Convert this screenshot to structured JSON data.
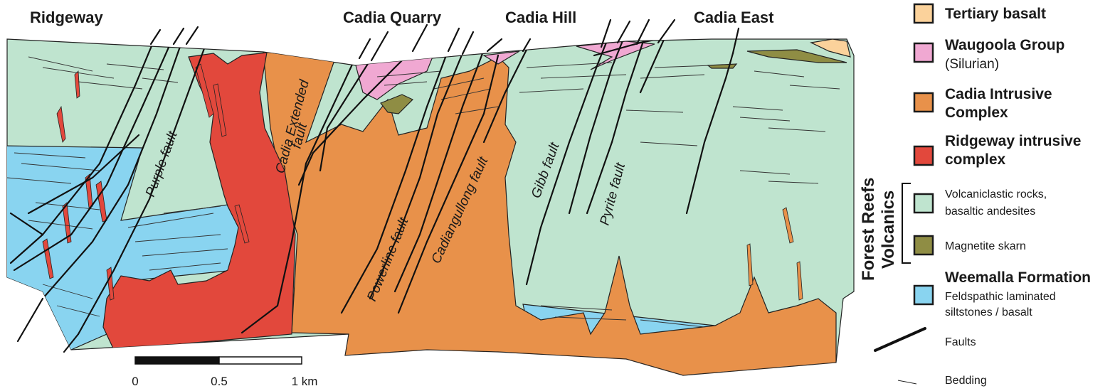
{
  "locations": {
    "ridgeway": "Ridgeway",
    "cadia_quarry": "Cadia Quarry",
    "cadia_hill": "Cadia Hill",
    "cadia_east": "Cadia East"
  },
  "faults": {
    "purple": "Purple fault",
    "cadia_extended": "Cadia Extended",
    "cadia_extended_2": "fault",
    "powerline": "Powerline fault",
    "cadiangullong": "Cadiangullong fault",
    "gibb": "Gibb fault",
    "pyrite": "Pyrite fault"
  },
  "scale_bar": {
    "tick0": "0",
    "tick1": "0.5",
    "tick2": "1 km"
  },
  "legend": {
    "tertiary_basalt": {
      "label": "Tertiary basalt",
      "color": "#fbd29b"
    },
    "waugoola": {
      "label": "Waugoola Group",
      "sub": "(Silurian)",
      "color": "#f0a8d2"
    },
    "cadia_intrusive": {
      "label1": "Cadia Intrusive",
      "label2": "Complex",
      "color": "#e8914a"
    },
    "ridgeway_intrusive": {
      "label1": "Ridgeway intrusive",
      "label2": "complex",
      "color": "#e2483c"
    },
    "group_label_1": "Forest Reefs",
    "group_label_2": "Volcanics",
    "volcaniclastic": {
      "label1": "Volcaniclastic rocks,",
      "label2": "basaltic andesites",
      "color": "#bfe4cf"
    },
    "magnetite": {
      "label": "Magnetite skarn",
      "color": "#8f8d44"
    },
    "weemalla": {
      "label": "Weemalla Formation",
      "sub1": "Feldspathic laminated",
      "sub2": "siltstones / basalt",
      "color": "#89d4f0"
    },
    "faults": "Faults",
    "bedding": "Bedding"
  }
}
